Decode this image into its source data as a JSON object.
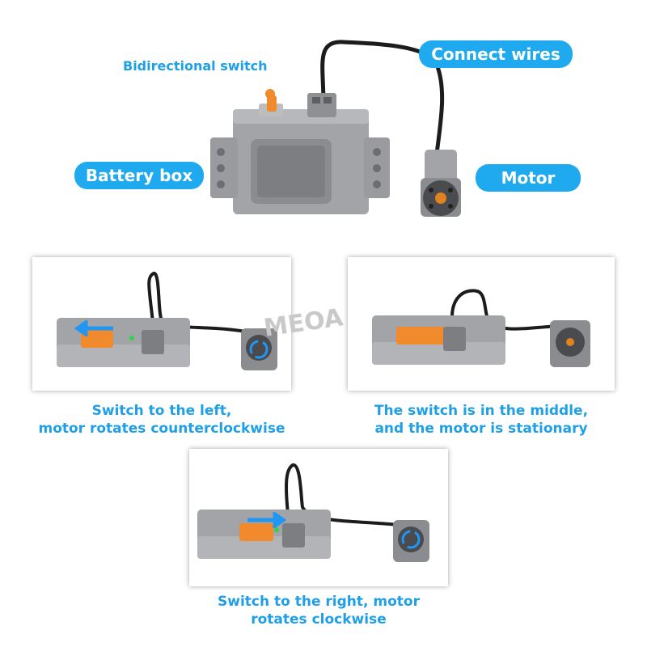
{
  "labels": {
    "bidirectional_switch": "Bidirectional switch",
    "connect_wires": "Connect wires",
    "battery_box": "Battery box",
    "motor": "Motor"
  },
  "captions": {
    "left": [
      "Switch to the left,",
      "motor rotates counterclockwise"
    ],
    "middle": [
      "The switch is in the middle,",
      "and the motor is stationary"
    ],
    "right": [
      "Switch to the right, motor",
      "rotates clockwise"
    ]
  },
  "watermark": {
    "brand": "MEOA",
    "registered": "®"
  },
  "colors": {
    "accent_blue": "#1fa9ee",
    "label_blue": "#1f9fe6",
    "box_gray": "#a3a4a7",
    "switch_orange": "#f08a2c",
    "wire_black": "#1c1c1c"
  },
  "icons": {
    "direction_arrow": "arrow-icon",
    "rotation": "rotation-arrows-icon",
    "led": "green-led-icon"
  }
}
